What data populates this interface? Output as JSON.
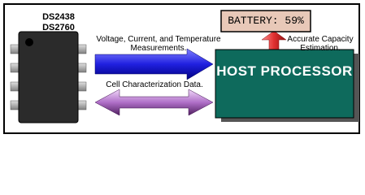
{
  "chip": {
    "name_line_1": "DS2438",
    "name_line_2": "DS2760"
  },
  "links": {
    "measurements_label": "Voltage, Current, and Temperature Measurements.",
    "characterization_label": "Cell Characterization Data.",
    "capacity_label": "Accurate Capacity Estimation."
  },
  "host": {
    "label": "HOST PROCESSOR"
  },
  "display": {
    "label": "BATTERY: 59%"
  },
  "colors": {
    "chip_body": "#2b2b2b",
    "chip_pins": "#b0b0b0",
    "host_fill": "#0e6a5c",
    "display_fill": "#e8c8b8",
    "measurement_arrow": "#2020e0",
    "characterization_arrow": "#b070c8",
    "capacity_arrow": "#e03030"
  }
}
